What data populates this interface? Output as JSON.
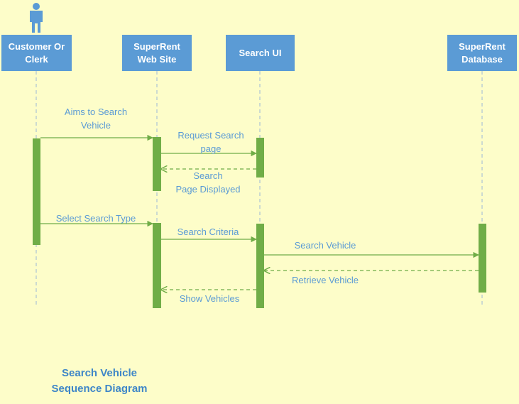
{
  "diagram": {
    "lifelines": [
      {
        "id": "customer",
        "label": "Customer Or\nClerk"
      },
      {
        "id": "website",
        "label": "SuperRent\nWeb Site"
      },
      {
        "id": "searchui",
        "label": "Search UI"
      },
      {
        "id": "database",
        "label": "SuperRent\nDatabase"
      }
    ],
    "messages": [
      {
        "from": "customer",
        "to": "website",
        "label": "Aims to Search\nVehicle",
        "style": "sync"
      },
      {
        "from": "website",
        "to": "searchui",
        "label": "Request Search\npage",
        "style": "sync"
      },
      {
        "from": "searchui",
        "to": "website",
        "label": "Search\nPage Displayed",
        "style": "return"
      },
      {
        "from": "customer",
        "to": "website",
        "label": "Select Search Type",
        "style": "sync"
      },
      {
        "from": "website",
        "to": "searchui",
        "label": "Search Criteria",
        "style": "sync"
      },
      {
        "from": "searchui",
        "to": "database",
        "label": "Search Vehicle",
        "style": "sync"
      },
      {
        "from": "database",
        "to": "searchui",
        "label": "Retrieve Vehicle",
        "style": "return"
      },
      {
        "from": "searchui",
        "to": "website",
        "label": "Show Vehicles",
        "style": "return"
      }
    ],
    "caption": "Search Vehicle\nSequence Diagram",
    "colors": {
      "background": "#fdfdc9",
      "header": "#5b9bd5",
      "activation": "#70ad47",
      "text": "#5b9bd5",
      "actor_icon": "#5b9bd5"
    }
  }
}
